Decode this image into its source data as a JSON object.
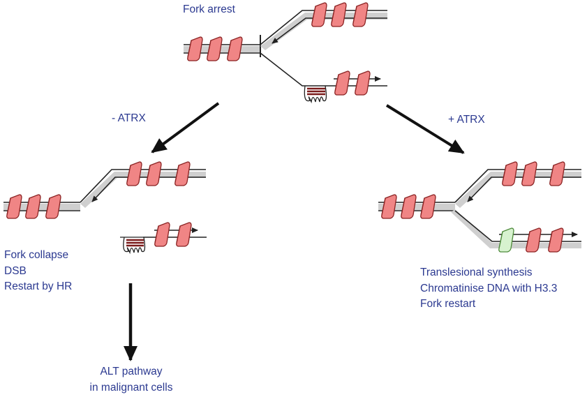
{
  "labels": {
    "fork_arrest": "Fork arrest",
    "minus_atrx": "- ATRX",
    "plus_atrx": "+ ATRX",
    "collapse": [
      "Fork collapse",
      "DSB",
      "Restart by HR"
    ],
    "alt": [
      "ALT pathway",
      "in malignant cells"
    ],
    "restart": [
      "Translesional synthesis",
      "Chromatinise DNA with H3.3",
      "Fork restart"
    ]
  },
  "colors": {
    "text": "#2b3990",
    "nucleosome_fill": "#f08585",
    "nucleosome_stroke": "#8a2323",
    "h33_fill": "#d7f2cf",
    "h33_stroke": "#4d8a3a",
    "dna_shadow": "#c8c8c8",
    "line": "#222222"
  }
}
